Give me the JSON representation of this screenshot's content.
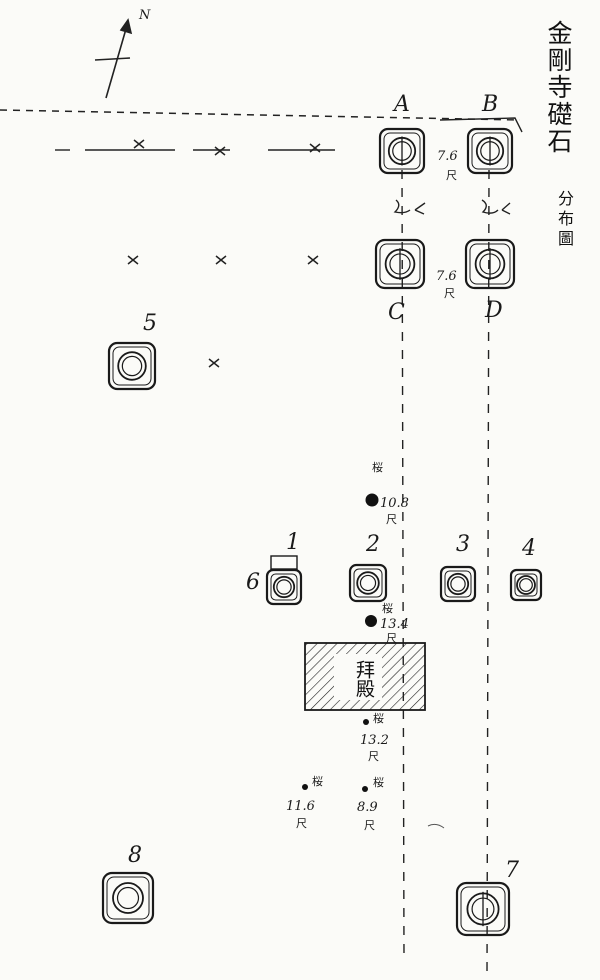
{
  "title": "金剛寺礎石",
  "subtitle": "分布圖",
  "north_mark": "N",
  "stones": [
    {
      "label": "A"
    },
    {
      "label": "B"
    },
    {
      "label": "C"
    },
    {
      "label": "D"
    },
    {
      "label": "5"
    },
    {
      "label": "1"
    },
    {
      "label": "2"
    },
    {
      "label": "3"
    },
    {
      "label": "4"
    },
    {
      "label": "6"
    },
    {
      "label": "8"
    },
    {
      "label": "7"
    }
  ],
  "distances": {
    "ab": "7.6",
    "cd": "7.6",
    "unit": "尺"
  },
  "building_label": "拜殿",
  "trees": [
    {
      "label": "桜",
      "value": "10.8",
      "unit": "尺"
    },
    {
      "label": "桜",
      "value": "13.4",
      "unit": "尺"
    },
    {
      "label": "桜",
      "value": "13.2",
      "unit": "尺"
    },
    {
      "label": "桜",
      "value": "11.6",
      "unit": "尺"
    },
    {
      "label": "桜",
      "value": "8.9",
      "unit": "尺"
    }
  ]
}
